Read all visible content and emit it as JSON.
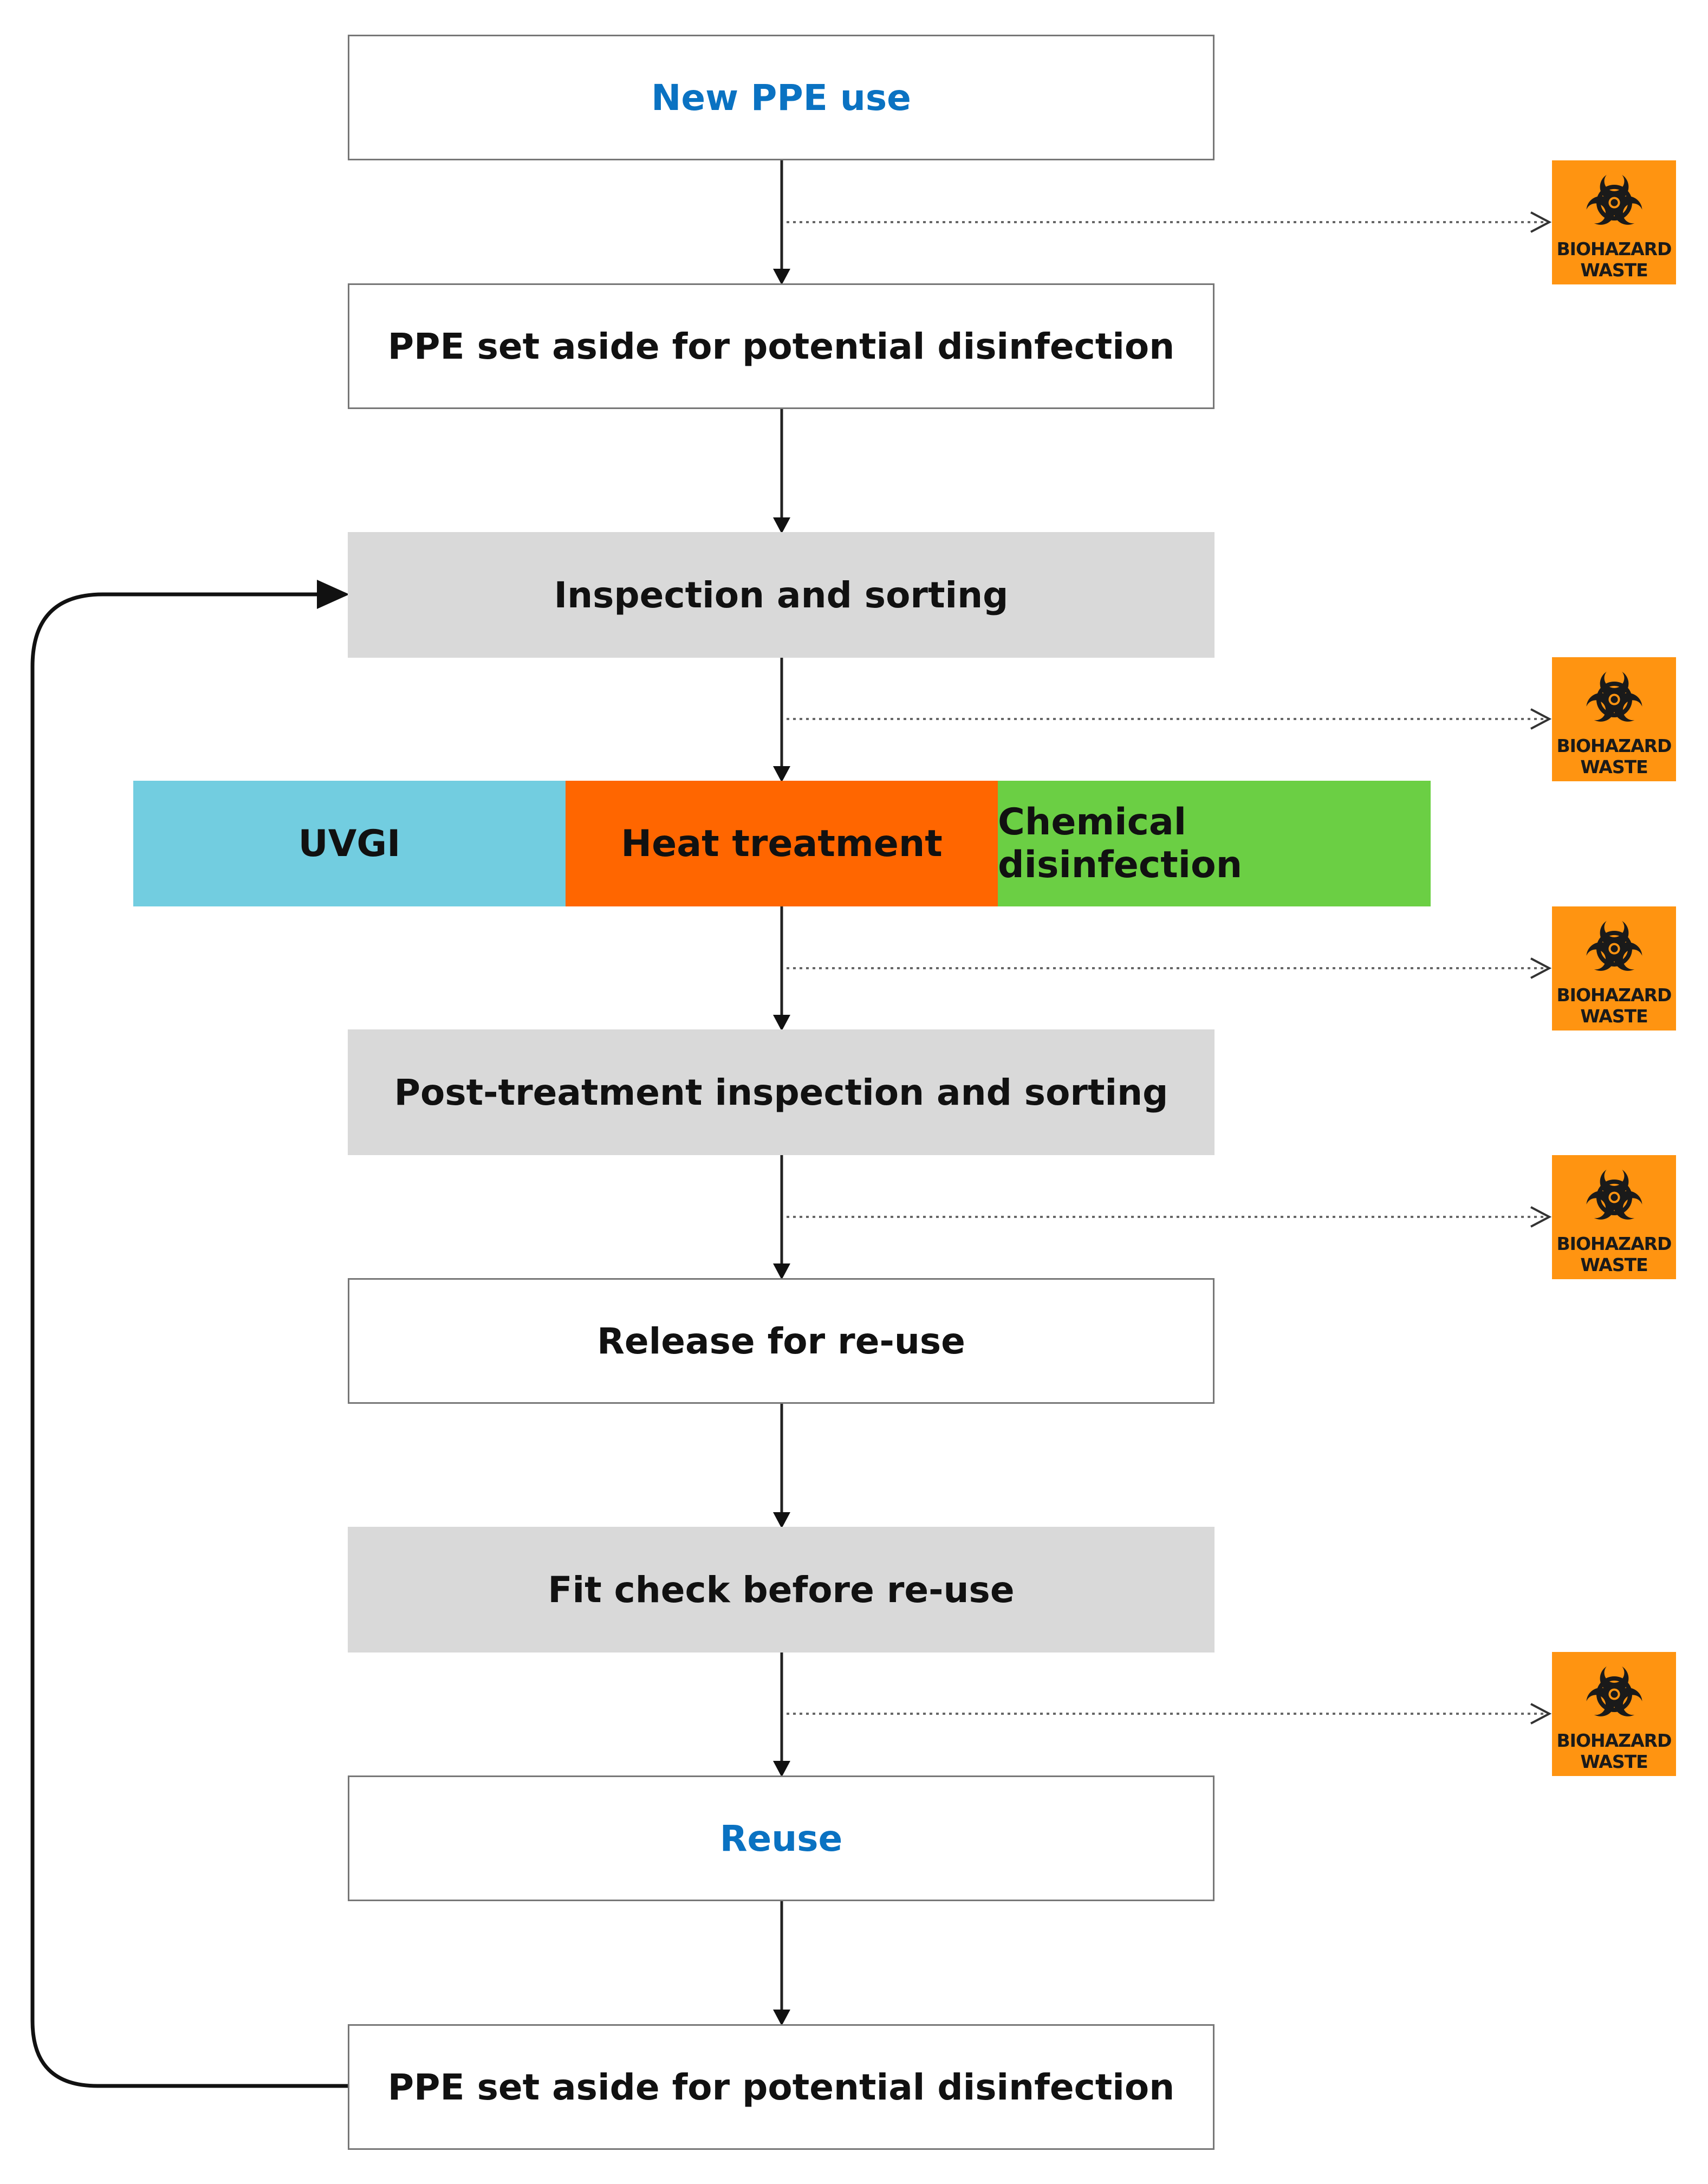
{
  "steps": {
    "new_ppe_use": "New PPE use",
    "set_aside_1": "PPE set aside for potential disinfection",
    "inspection_sorting": "Inspection and sorting",
    "post_treatment": "Post-treatment inspection and sorting",
    "release": "Release for re-use",
    "fit_check": "Fit check before re-use",
    "reuse": "Reuse",
    "set_aside_2": "PPE set aside for potential disinfection"
  },
  "treatments": {
    "uvgi": "UVGI",
    "heat": "Heat treatment",
    "chemical": "Chemical disinfection"
  },
  "biohazard": {
    "line1": "BIOHAZARD",
    "line2": "WASTE",
    "icon": "biohazard-icon"
  },
  "colors": {
    "gray_box": "#d9d9d9",
    "uvgi": "#72cde0",
    "heat": "#ff6600",
    "chemical": "#6bcf44",
    "highlight_text": "#0a72c2",
    "biohazard_bg": "#ff9411"
  }
}
